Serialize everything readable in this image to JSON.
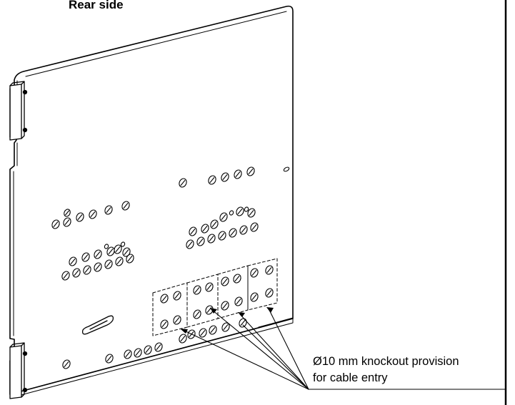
{
  "title": "Rear side",
  "callout": {
    "line1": "Ø10 mm knockout provision",
    "line2": "for cable entry"
  },
  "colors": {
    "stroke": "#000000",
    "background": "#ffffff"
  }
}
